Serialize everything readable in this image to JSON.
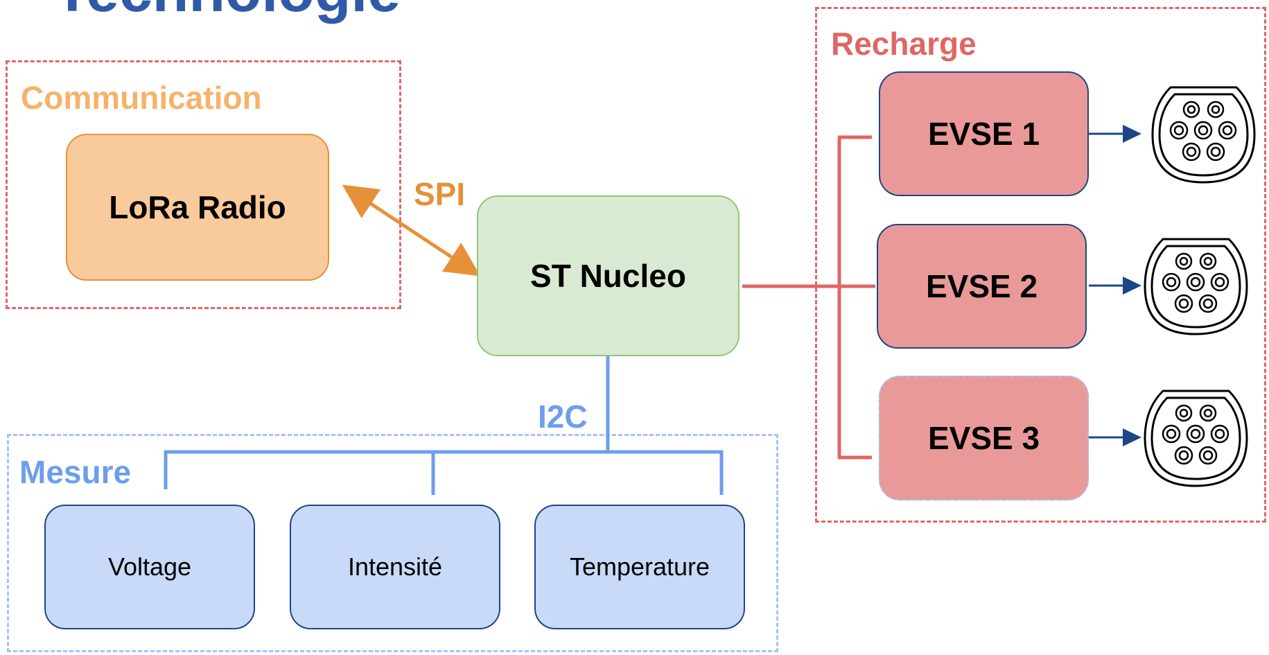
{
  "title": "Technologie",
  "groups": {
    "communication": "Communication",
    "recharge": "Recharge",
    "mesure": "Mesure"
  },
  "nodes": {
    "lora": "LoRa Radio",
    "nucleo": "ST Nucleo",
    "evse1": "EVSE 1",
    "evse2": "EVSE 2",
    "evse3": "EVSE 3",
    "voltage": "Voltage",
    "intensite": "Intensité",
    "temperature": "Temperature"
  },
  "connections": {
    "spi": "SPI",
    "i2c": "I2C"
  },
  "colors": {
    "spi_line": "#e69138",
    "i2c_line": "#6d9eeb",
    "recharge_line": "#e06666",
    "arrow": "#1c4587"
  }
}
